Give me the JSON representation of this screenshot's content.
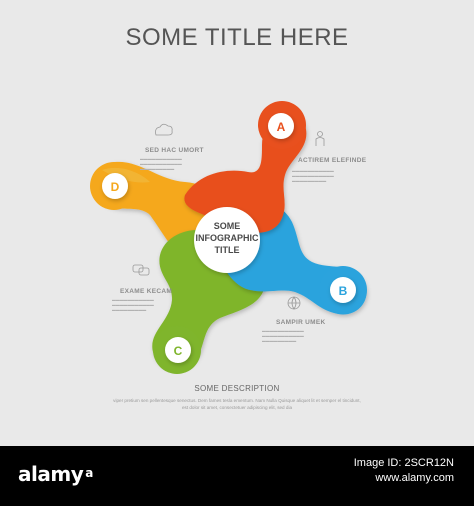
{
  "title": "SOME TITLE HERE",
  "center": {
    "line1": "SOME",
    "line2": "INFOGRAPHIC",
    "line3": "TITLE"
  },
  "items": [
    {
      "letter": "A",
      "label": "ACTIREM ELEFINDE",
      "color": "#e8501e",
      "icon": "person-icon"
    },
    {
      "letter": "B",
      "label": "SAMPIR UMEK",
      "color": "#2ba3dd",
      "icon": "globe-icon"
    },
    {
      "letter": "C",
      "label": "EXAME KECAM",
      "color": "#7fb52c",
      "icon": "chat-bubbles-icon"
    },
    {
      "letter": "D",
      "label": "SED HAC UMORT",
      "color": "#f5a81c",
      "icon": "cloud-icon"
    }
  ],
  "description": {
    "title": "SOME DESCRIPTION",
    "text": "viper pretium sen pellentesque senectus. Dem fames tesla ementum. Nam Nulla Quisque aliquet lit et semper el tincidunt, est dolor sit amet, consectetuer adipiscing elit, sed dia"
  },
  "watermark": {
    "brand": "alamy",
    "image_id_label": "Image ID: 2SCR12N",
    "site": "www.alamy.com"
  }
}
